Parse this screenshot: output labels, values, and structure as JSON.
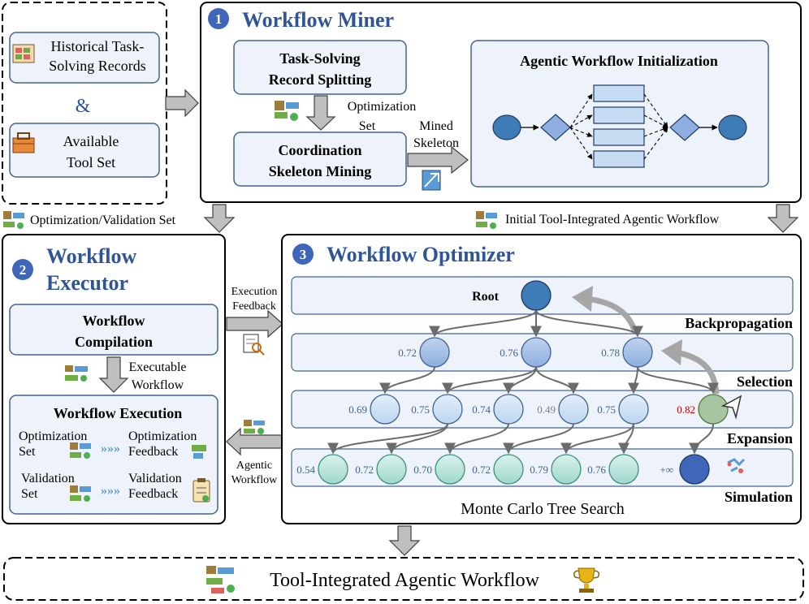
{
  "inputs": {
    "records": "Historical Task-Solving Records",
    "ampersand": "&",
    "tools": "Available Tool Set"
  },
  "miner": {
    "number": "1",
    "title": "Workflow Miner",
    "record_splitting": "Task-Solving Record Splitting",
    "skeleton_mining": "Coordination Skeleton Mining",
    "optimization_set": "Optimization Set",
    "mined_skeleton": "Mined Skeleton",
    "init_title": "Agentic Workflow Initialization"
  },
  "arrows": {
    "opt_val_set": "Optimization/Validation Set",
    "initial_workflow": "Initial Tool-Integrated Agentic Workflow",
    "execution_feedback": "Execution Feedback",
    "agentic_workflow": "Agentic Workflow"
  },
  "executor": {
    "number": "2",
    "title_line1": "Workflow",
    "title_line2": "Executor",
    "compilation": "Workflow Compilation",
    "executable_workflow": "Executable Workflow",
    "execution_title": "Workflow Execution",
    "optimization_set": "Optimization Set",
    "optimization_feedback": "Optimization Feedback",
    "validation_set": "Validation Set",
    "validation_feedback": "Validation Feedback"
  },
  "optimizer": {
    "number": "3",
    "title": "Workflow Optimizer",
    "root": "Root",
    "backpropagation": "Backpropagation",
    "selection": "Selection",
    "expansion": "Expansion",
    "simulation": "Simulation",
    "caption": "Monte Carlo Tree Search",
    "level1_scores": [
      "0.72",
      "0.76",
      "0.78"
    ],
    "level2_scores": [
      "0.69",
      "0.75",
      "0.74",
      "0.49",
      "0.75",
      "0.82"
    ],
    "level3_scores": [
      "0.54",
      "0.72",
      "0.70",
      "0.72",
      "0.79",
      "0.76",
      "+∞"
    ],
    "highlight_color": "#cc0000"
  },
  "output": {
    "label": "Tool-Integrated Agentic Workflow"
  }
}
